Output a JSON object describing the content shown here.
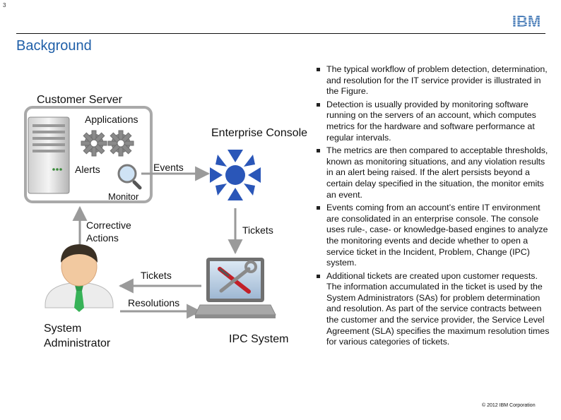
{
  "page_number": "3",
  "brand": {
    "logo_text": "IBM",
    "color": "#1f5fa8"
  },
  "title": "Background",
  "diagram": {
    "customer_server": "Customer Server",
    "applications": "Applications",
    "alerts": "Alerts",
    "events": "Events",
    "monitor": "Monitor",
    "enterprise_console": "Enterprise Console",
    "corrective_actions_line1": "Corrective",
    "corrective_actions_line2": "Actions",
    "tickets_right": "Tickets",
    "tickets_left": "Tickets",
    "resolutions": "Resolutions",
    "system_admin_line1": "System",
    "system_admin_line2": "Administrator",
    "ipc_system": "IPC System",
    "icons": [
      "server-icon",
      "gears-icon",
      "magnifier-icon",
      "console-hub-icon",
      "person-icon",
      "laptop-tools-icon"
    ]
  },
  "bullets": [
    "The typical workflow of problem detection, determination, and resolution for the IT service provider is illustrated in the Figure.",
    "Detection is usually provided by monitoring software running on the servers of an account, which computes metrics for the hardware and software performance at regular intervals.",
    "The metrics are then compared to acceptable thresholds, known as monitoring situations, and any violation results in an alert being raised. If the alert persists beyond a certain delay specified in the situation, the monitor emits an event.",
    "Events coming from an account’s entire IT environment are consolidated in an enterprise console. The console uses rule-, case- or knowledge-based engines to analyze the monitoring events and decide whether to open a service ticket in the Incident, Problem, Change (IPC) system.",
    "Additional tickets are created upon customer requests. The information accumulated in the ticket is used by the System Administrators (SAs) for problem determination and resolution. As part of the service contracts between the customer and the service provider, the Service Level Agreement (SLA) specifies the maximum resolution times for various categories of tickets."
  ],
  "footer": "© 2012 IBM Corporation"
}
